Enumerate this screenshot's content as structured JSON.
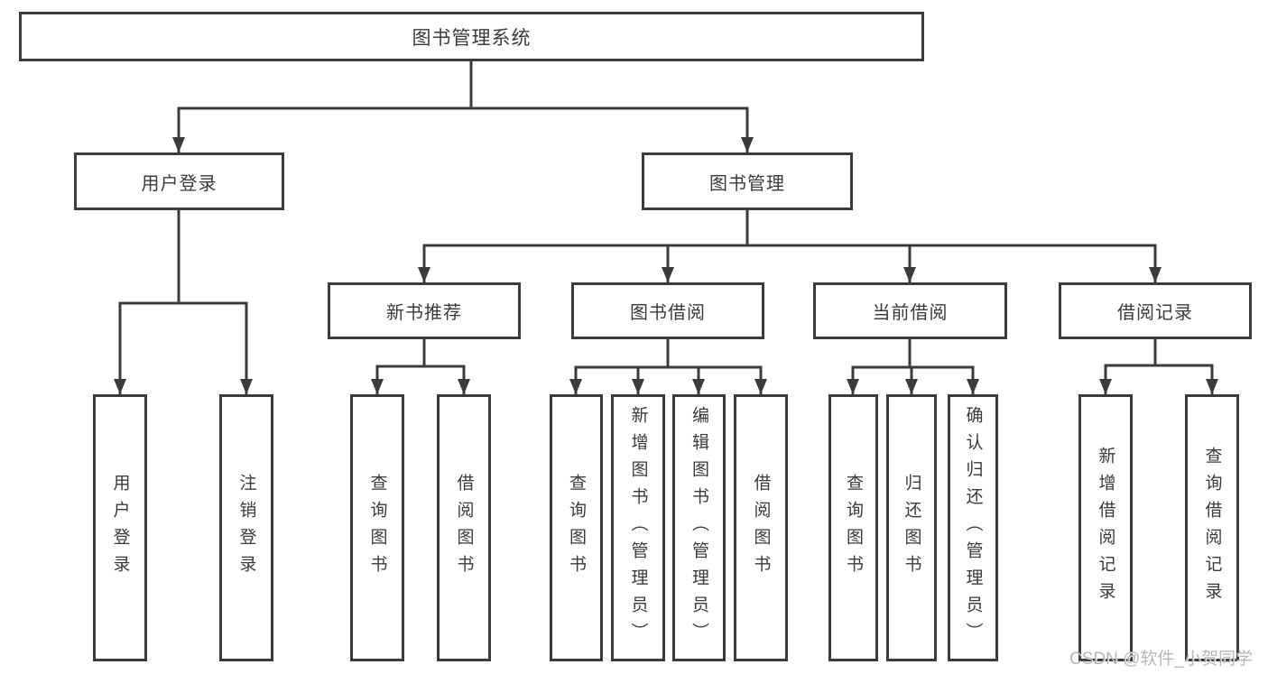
{
  "diagram": {
    "title_node": {
      "label": "图书管理系统"
    },
    "level2": [
      {
        "label": "用户登录"
      },
      {
        "label": "图书管理"
      }
    ],
    "level3": [
      {
        "label": "新书推荐",
        "parent": "图书管理"
      },
      {
        "label": "图书借阅",
        "parent": "图书管理"
      },
      {
        "label": "当前借阅",
        "parent": "图书管理"
      },
      {
        "label": "借阅记录",
        "parent": "图书管理"
      }
    ],
    "leaves": [
      {
        "label": "用户登录",
        "parent": "用户登录"
      },
      {
        "label": "注销登录",
        "parent": "用户登录"
      },
      {
        "label": "查询图书",
        "parent": "新书推荐"
      },
      {
        "label": "借阅图书",
        "parent": "新书推荐"
      },
      {
        "label": "查询图书",
        "parent": "图书借阅"
      },
      {
        "label": "新增图书（管理员）",
        "parent": "图书借阅"
      },
      {
        "label": "编辑图书（管理员）",
        "parent": "图书借阅"
      },
      {
        "label": "借阅图书",
        "parent": "图书借阅"
      },
      {
        "label": "查询图书",
        "parent": "当前借阅"
      },
      {
        "label": "归还图书",
        "parent": "当前借阅"
      },
      {
        "label": "确认归还（管理员）",
        "parent": "当前借阅"
      },
      {
        "label": "新增借阅记录",
        "parent": "借阅记录"
      },
      {
        "label": "查询借阅记录",
        "parent": "借阅记录"
      }
    ]
  },
  "watermark": {
    "text": "CSDN @软件_小贺同学"
  },
  "colors": {
    "line": "#3b3b3b",
    "box_border": "#3b3b3b",
    "text": "#3a3a3a",
    "background": "#ffffff",
    "watermark": "#afafaf"
  }
}
